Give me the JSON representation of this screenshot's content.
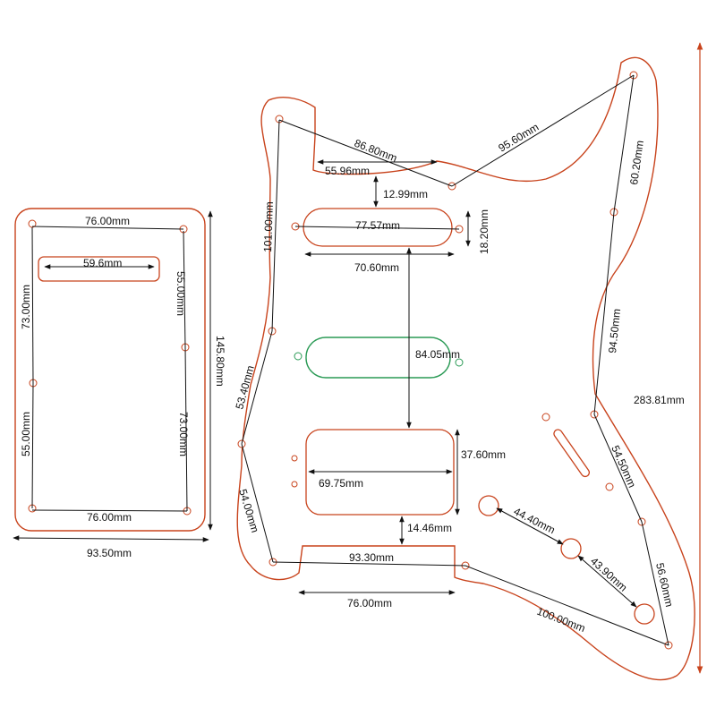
{
  "dimensions": {
    "bp_width_top": "76.00mm",
    "bp_slot": "59.6mm",
    "bp_left_upper": "73.00mm",
    "bp_left_lower": "55.00mm",
    "bp_right_upper": "55.00mm",
    "bp_right_lower": "73.00mm",
    "bp_width_bottom": "76.00mm",
    "bp_height": "145.80mm",
    "bp_overall_width": "93.50mm",
    "pg_top_diag": "86.80mm",
    "pg_neck_pocket": "55.96mm",
    "pg_top_right_diag": "95.60mm",
    "pg_neck_gap": "12.99mm",
    "pg_left_vertical": "101.00mm",
    "pg_neck_pickup_screws": "77.57mm",
    "pg_neck_pickup_height": "18.20mm",
    "pg_neck_pickup_length": "70.60mm",
    "pg_pickup_spacing": "84.05mm",
    "pg_right_upper": "60.20mm",
    "pg_right_middle": "94.50mm",
    "pg_overall_length": "283.81mm",
    "pg_left_lower_diag": "53.40mm",
    "pg_humbucker_height": "37.60mm",
    "pg_humbucker_length": "69.75mm",
    "pg_left_bottom_diag": "54.00mm",
    "pg_right_lower": "54.50mm",
    "pg_humbucker_gap": "14.46mm",
    "pg_knob_spacing_1": "44.40mm",
    "pg_bottom_screws": "93.30mm",
    "pg_knob_spacing_2": "43.90mm",
    "pg_right_bottom": "56.60mm",
    "pg_bottom_cutout": "76.00mm",
    "pg_bottom_diag": "100.00mm"
  },
  "colors": {
    "outline": "#c8431c",
    "pickup_green": "#2a9a55",
    "dimension_line": "#111111"
  }
}
